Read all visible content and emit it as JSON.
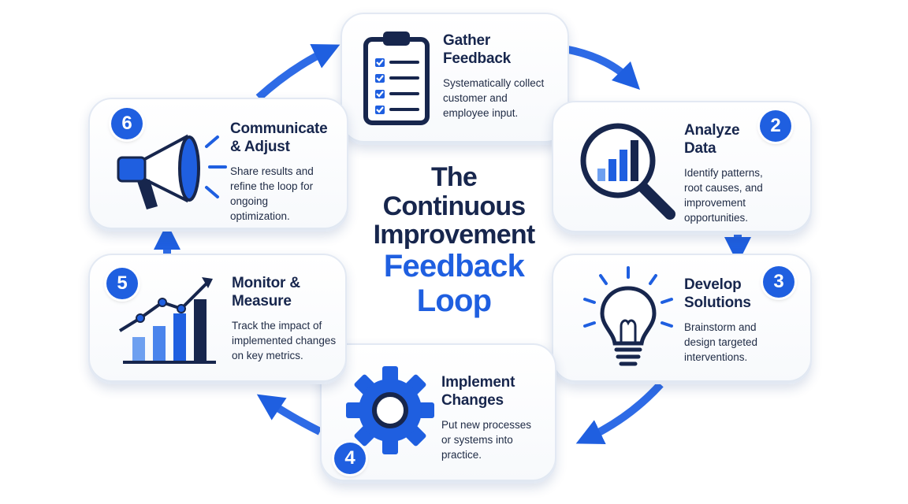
{
  "center_title": {
    "line1": "The",
    "line2": "Continuous",
    "line3": "Improvement",
    "line4": "Feedback",
    "line5": "Loop"
  },
  "steps": [
    {
      "badge": "",
      "icon": "clipboard-checklist-icon",
      "title": "Gather\nFeedback",
      "description": "Systematically collect\ncustomer and\nemployee input."
    },
    {
      "badge": "2",
      "icon": "magnifier-chart-icon",
      "title": "Analyze\nData",
      "description": "Identify patterns,\nroot causes, and\nimprovement\nopportunities."
    },
    {
      "badge": "3",
      "icon": "lightbulb-icon",
      "title": "Develop\nSolutions",
      "description": "Brainstorm and\ndesign targeted\ninterventions."
    },
    {
      "badge": "4",
      "icon": "gear-icon",
      "title": "Implement\nChanges",
      "description": "Put new processes\nor systems into\npractice."
    },
    {
      "badge": "5",
      "icon": "trend-bar-chart-icon",
      "title": "Monitor &\nMeasure",
      "description": "Track the impact of\nimplemented changes\non key metrics."
    },
    {
      "badge": "6",
      "icon": "megaphone-icon",
      "title": "Communicate\n& Adjust",
      "description": "Share results and\nrefine the loop for\nongoing\noptimization."
    }
  ],
  "colors": {
    "accent": "#1f5fe0",
    "dark_navy": "#17264d",
    "light_blue": "#6ea0f0"
  }
}
